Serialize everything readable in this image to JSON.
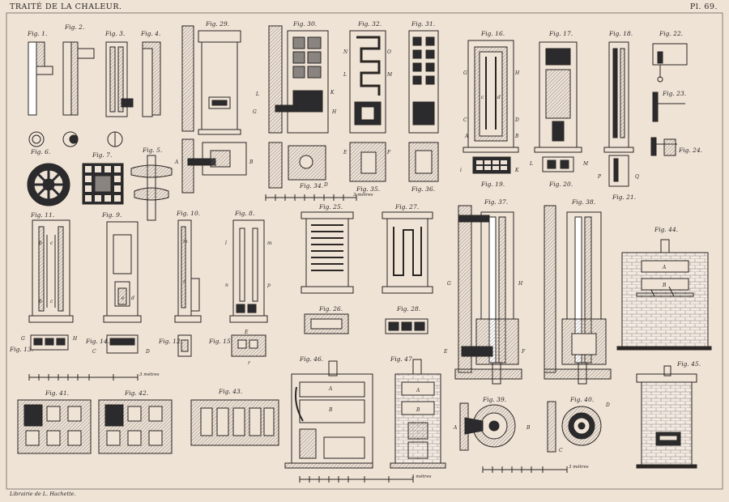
{
  "header": {
    "title": "TRAITÉ DE LA CHALEUR.",
    "plate": "Pl. 69."
  },
  "footer": {
    "publisher": "Librairie de L. Hachette."
  },
  "figures": {
    "f1": "Fig. 1.",
    "f2": "Fig. 2.",
    "f3": "Fig. 3.",
    "f4": "Fig. 4.",
    "f5": "Fig. 5.",
    "f6": "Fig. 6.",
    "f7": "Fig. 7.",
    "f8": "Fig. 8.",
    "f9": "Fig. 9.",
    "f10": "Fig. 10.",
    "f11": "Fig. 11.",
    "f12": "Fig. 12.",
    "f13": "Fig. 13.",
    "f14": "Fig. 14.",
    "f15": "Fig. 15.",
    "f16": "Fig. 16.",
    "f17": "Fig. 17.",
    "f18": "Fig. 18.",
    "f19": "Fig. 19.",
    "f20": "Fig. 20.",
    "f21": "Fig. 21.",
    "f22": "Fig. 22.",
    "f23": "Fig. 23.",
    "f24": "Fig. 24.",
    "f25": "Fig. 25.",
    "f26": "Fig. 26.",
    "f27": "Fig. 27.",
    "f28": "Fig. 28.",
    "f29": "Fig. 29.",
    "f30": "Fig. 30.",
    "f31": "Fig. 31.",
    "f32": "Fig. 32.",
    "f34": "Fig. 34.",
    "f35": "Fig. 35.",
    "f36": "Fig. 36.",
    "f37": "Fig. 37.",
    "f38": "Fig. 38.",
    "f39": "Fig. 39.",
    "f40": "Fig. 40.",
    "f41": "Fig. 41.",
    "f42": "Fig. 42.",
    "f43": "Fig. 43.",
    "f44": "Fig. 44.",
    "f45": "Fig. 45.",
    "f46": "Fig. 46.",
    "f47": "Fig. 47."
  },
  "scales": {
    "s1": "3 mètres",
    "s2": "3 mètres",
    "s3": "3 mètres",
    "s4": "3 mètres"
  },
  "letters": {
    "A": "A",
    "B": "B",
    "C": "C",
    "D": "D",
    "E": "E",
    "F": "F",
    "G": "G",
    "H": "H",
    "K": "K",
    "L": "L",
    "M": "M",
    "N": "N",
    "O": "O",
    "P": "P",
    "Q": "Q",
    "a": "a",
    "b": "b",
    "c": "c",
    "d": "d",
    "e": "e",
    "f": "f",
    "i": "i",
    "l": "l",
    "m": "m",
    "n": "n",
    "p": "p",
    "r": "r"
  },
  "colors": {
    "paper": "#efe3d6",
    "ink": "#2a2623",
    "hatch": "#8a8480",
    "dark": "#2b2b2e"
  }
}
